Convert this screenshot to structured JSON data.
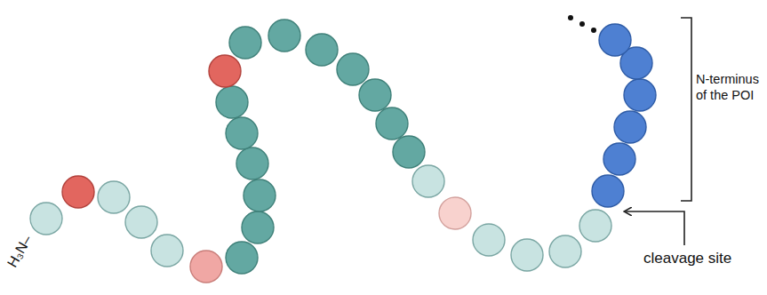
{
  "diagram": {
    "labels": [
      "H₃N–",
      "N-terminus of the POI",
      "cleavage site"
    ]
  }
}
